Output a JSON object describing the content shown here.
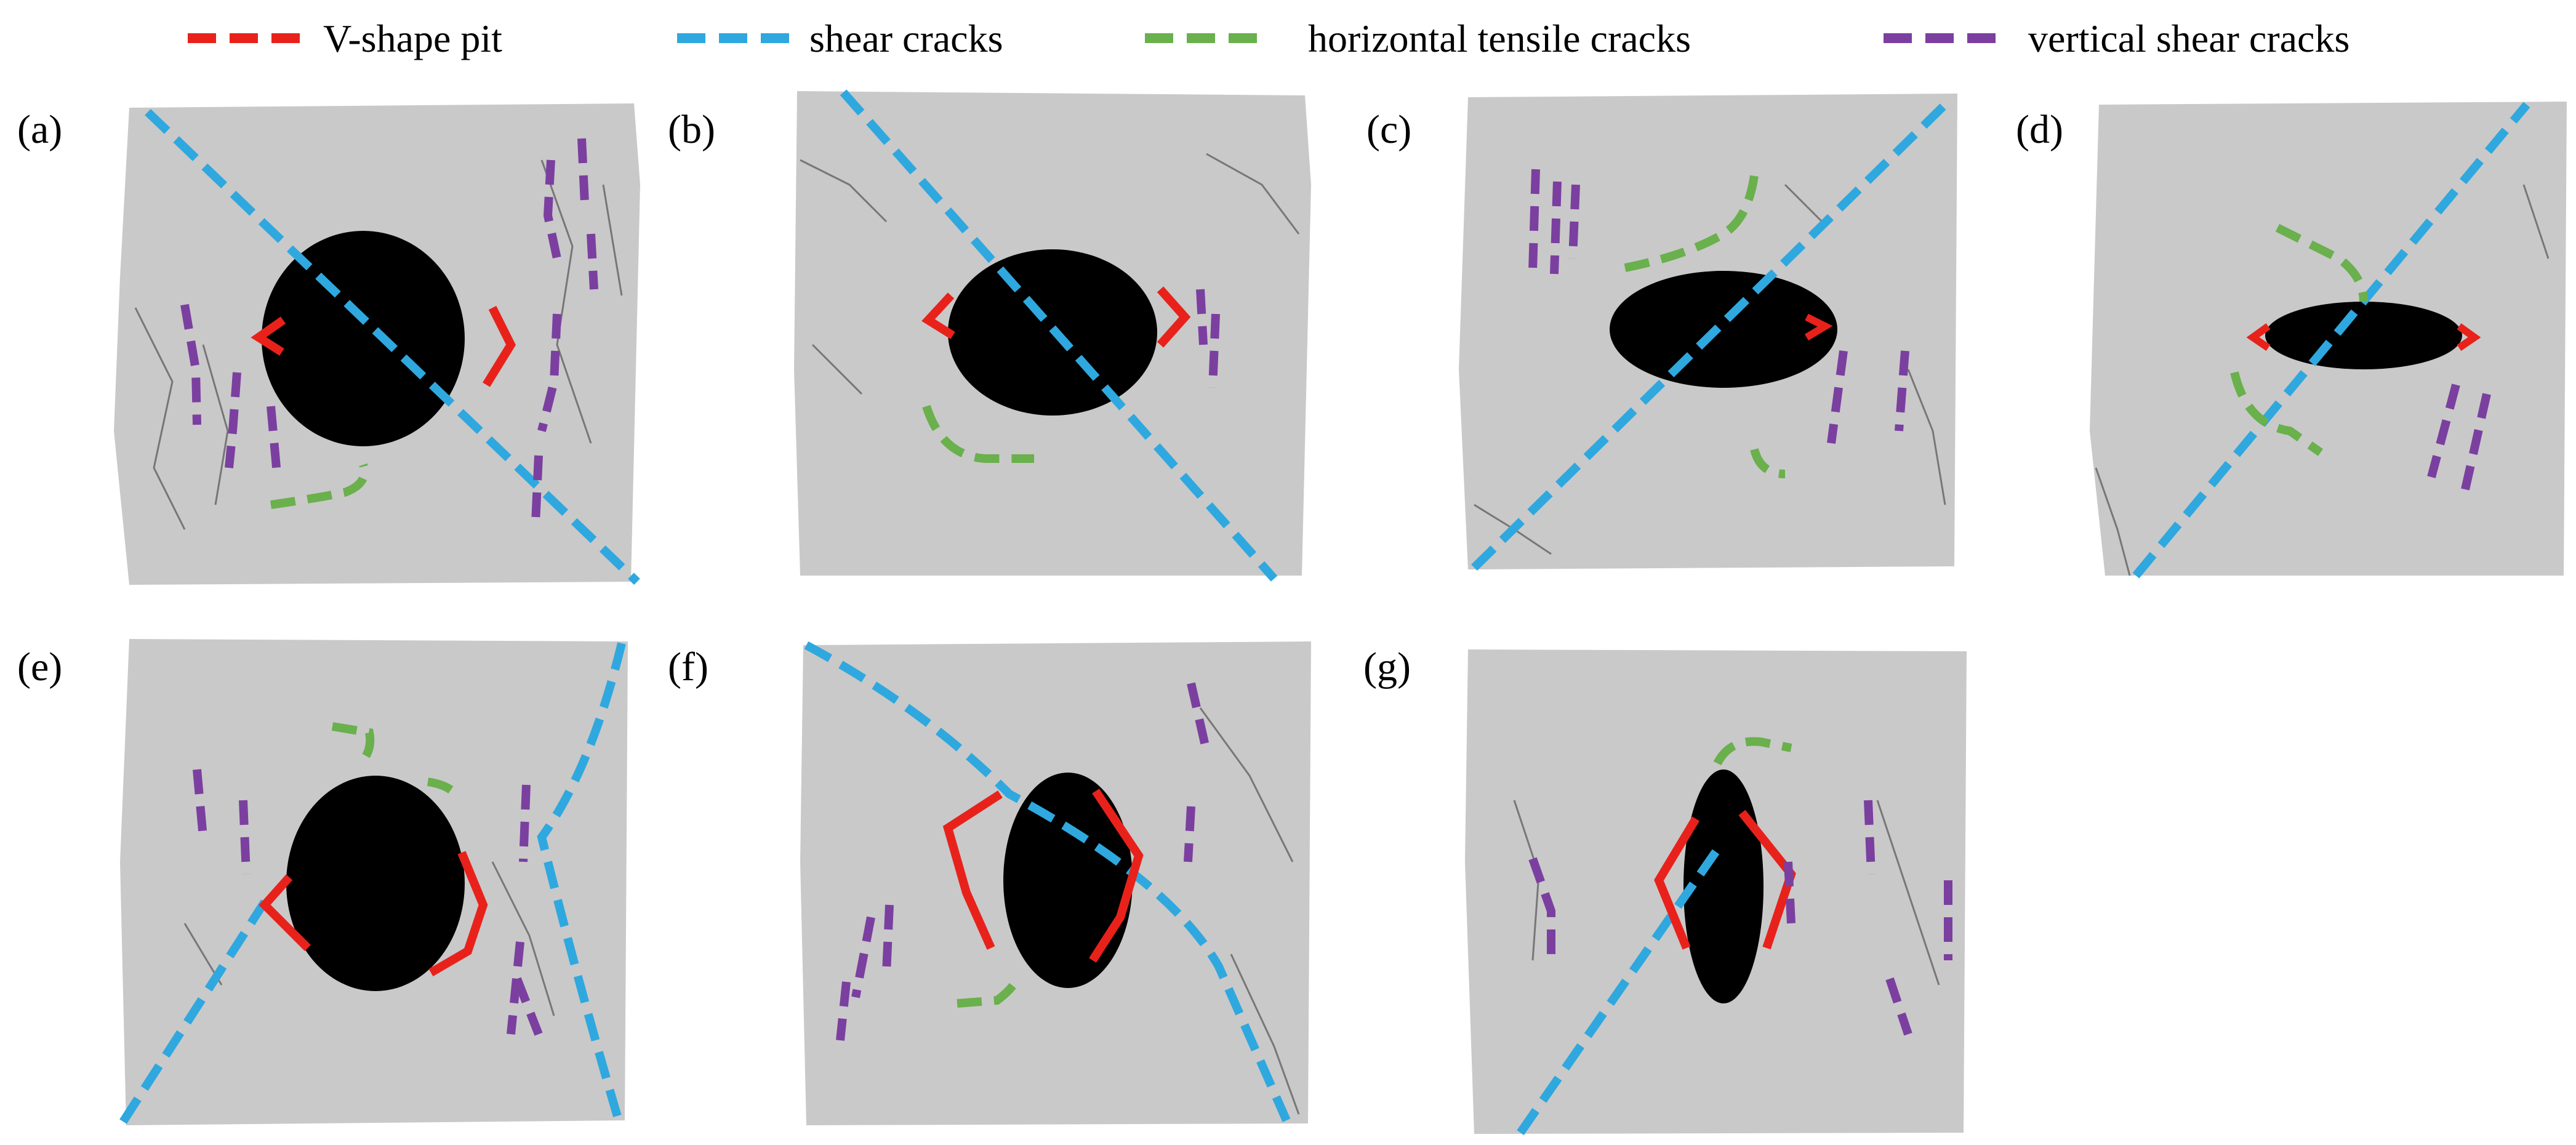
{
  "legend": [
    {
      "label": "V-shape pit",
      "color": "#e8221b"
    },
    {
      "label": "shear cracks",
      "color": "#2fa8df"
    },
    {
      "label": "horizontal tensile cracks",
      "color": "#6ab04c"
    },
    {
      "label": "vertical shear cracks",
      "color": "#7b3fa0"
    }
  ],
  "panels": [
    {
      "label": "(a)"
    },
    {
      "label": "(b)"
    },
    {
      "label": "(c)"
    },
    {
      "label": "(d)"
    },
    {
      "label": "(e)"
    },
    {
      "label": "(f)"
    },
    {
      "label": "(g)"
    }
  ],
  "colors": {
    "rock": "#c9c9c9",
    "cavity": "#000000",
    "v_shape_pit": "#e8221b",
    "shear_cracks": "#2fa8df",
    "horizontal_tensile_cracks": "#6ab04c",
    "vertical_shear_cracks": "#7b3fa0"
  }
}
